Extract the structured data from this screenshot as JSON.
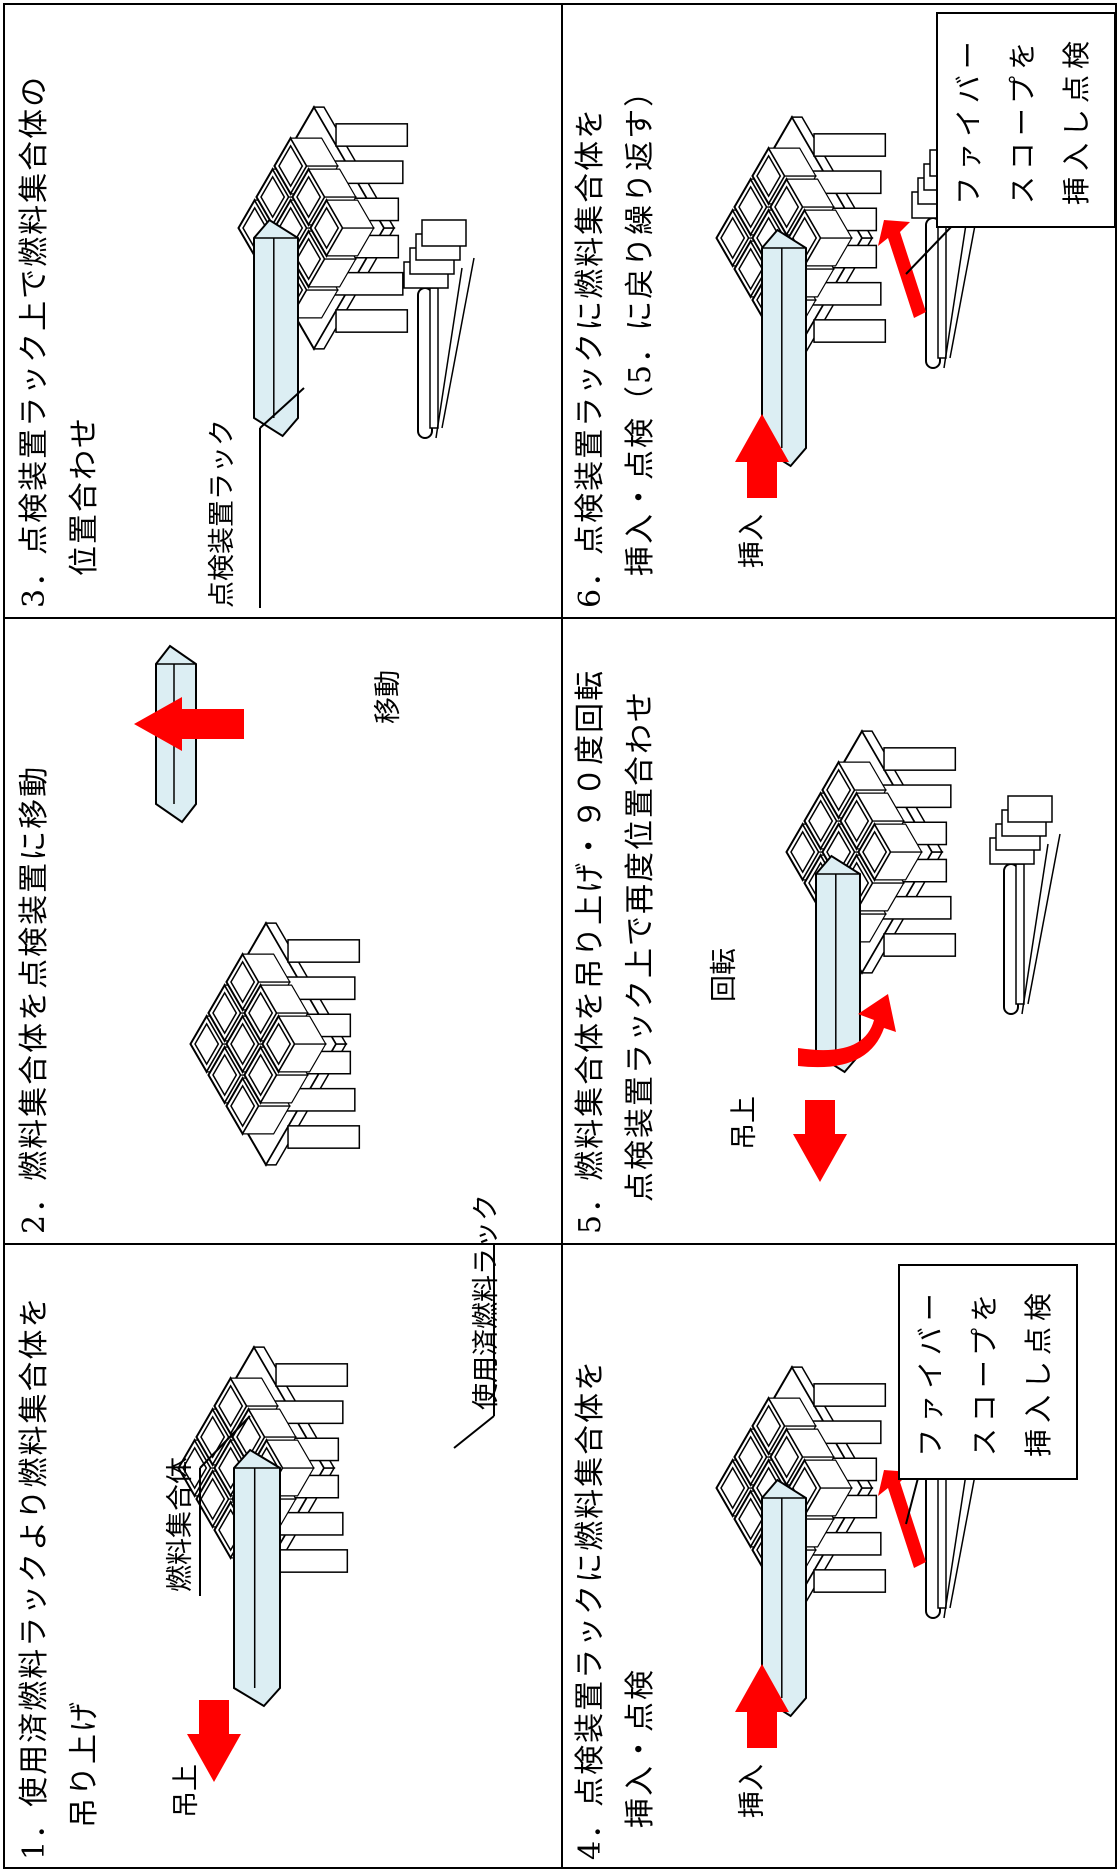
{
  "panels": [
    {
      "id": 1,
      "title": [
        "1．使用済燃料ラックより燃料集合体を",
        "　吊り上げ"
      ],
      "labels": {
        "assembly": "燃料集合体",
        "rack": "使用済燃料ラック",
        "lift": "吊上"
      }
    },
    {
      "id": 2,
      "title": [
        "2．燃料集合体を点検装置に移動"
      ],
      "labels": {
        "move": "移動"
      }
    },
    {
      "id": 3,
      "title": [
        "3．点検装置ラック上で燃料集合体の",
        "　位置合わせ"
      ],
      "labels": {
        "inspection_rack": "点検装置ラック"
      }
    },
    {
      "id": 4,
      "title": [
        "4．点検装置ラックに燃料集合体を",
        "　挿入・点検"
      ],
      "labels": {
        "insert": "挿入"
      },
      "box": [
        "ファイバー",
        "スコープを",
        "挿入し点検"
      ]
    },
    {
      "id": 5,
      "title": [
        "5．燃料集合体を吊り上げ・９０度回転",
        "　点検装置ラック上で再度位置合わせ"
      ],
      "labels": {
        "lift": "吊上",
        "rotate": "回転"
      }
    },
    {
      "id": 6,
      "title": [
        "6．点検装置ラックに燃料集合体を",
        "　挿入・点検（5．に戻り繰り返す）"
      ],
      "labels": {
        "insert": "挿入"
      },
      "box": [
        "ファイバー",
        "スコープを",
        "挿入し点検"
      ]
    }
  ],
  "colors": {
    "arrow": "#ff0000",
    "assembly_fill": "#dceef3",
    "line": "#000000"
  }
}
